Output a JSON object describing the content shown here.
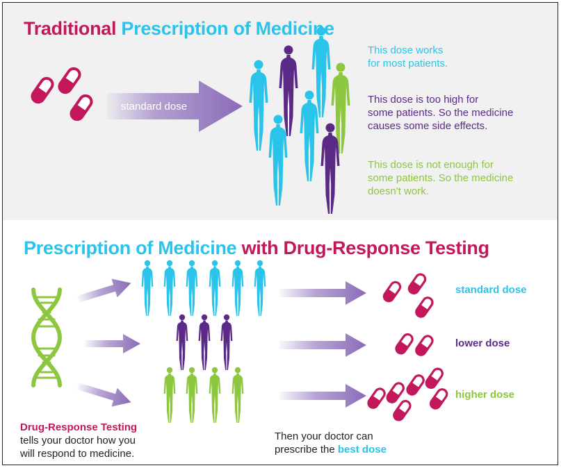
{
  "top": {
    "title_part1": "Traditional",
    "title_part2": "Prescription of Medicine",
    "arrow_label": "standard dose",
    "note_works": [
      "This dose works",
      "for most patients."
    ],
    "note_high": [
      "This dose is too high for",
      "some patients. So the medicine",
      "causes some side effects."
    ],
    "note_low": [
      "This dose is not enough for",
      "some patients. So the medicine",
      "doesn't work."
    ]
  },
  "bottom": {
    "title_part1": "Prescription of Medicine",
    "title_part2": "with Drug-Response Testing",
    "dose_standard": "standard dose",
    "dose_lower": "lower dose",
    "dose_higher": "higher dose",
    "caption_left_bold": "Drug-Response Testing",
    "caption_left_lines": [
      "tells your doctor how you",
      "will respond to medicine."
    ],
    "caption_right_line1": "Then your doctor can",
    "caption_right_line2": "prescribe the",
    "caption_right_bold": "best dose"
  },
  "colors": {
    "magenta": "#c2185b",
    "cyan": "#2ac4ea",
    "purple": "#5b2a86",
    "green": "#8dc63f",
    "arrow": "#8a6bb8",
    "panel": "#f1f1f2"
  },
  "icons": {
    "pill": "capsule-icon",
    "person": "person-silhouette-icon",
    "dna": "dna-helix-icon",
    "arrow": "right-arrow-icon"
  }
}
